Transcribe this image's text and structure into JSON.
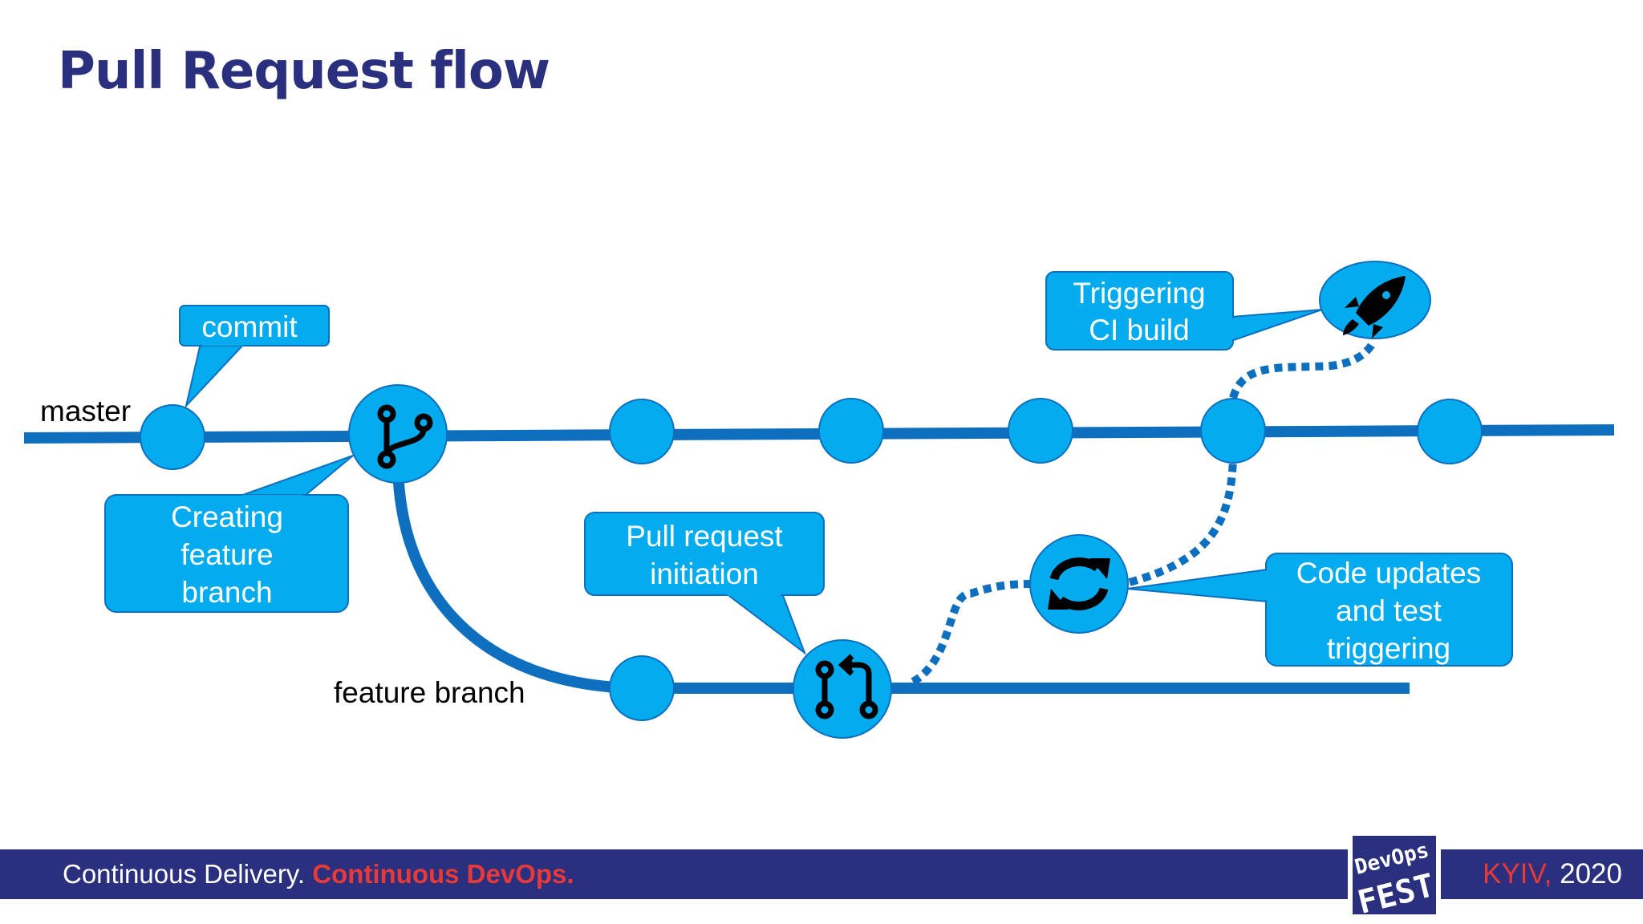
{
  "slide": {
    "title": "Pull Request flow"
  },
  "diagram": {
    "branches": {
      "master": "master",
      "feature": "feature branch"
    },
    "callouts": {
      "commit": "commit",
      "creating_feature_branch": [
        "Creating",
        "feature",
        "branch"
      ],
      "pull_request_initiation": [
        "Pull request",
        "initiation"
      ],
      "triggering_ci_build": [
        "Triggering",
        "CI build"
      ],
      "code_updates": [
        "Code updates",
        "and test",
        "triggering"
      ]
    },
    "icons": [
      "branch-icon",
      "pull-request-icon",
      "sync-icon",
      "rocket-icon"
    ],
    "colors": {
      "node": "#04acef",
      "line": "#0e6fbf",
      "title": "#2a2f7e",
      "accent": "#e63a3a"
    }
  },
  "footer": {
    "left_text": "Continuous Delivery.",
    "left_accent": "Continuous DevOps.",
    "city": "KYIV,",
    "year": "2020",
    "logo_line1": "DevOps",
    "logo_line2": "FEST"
  }
}
